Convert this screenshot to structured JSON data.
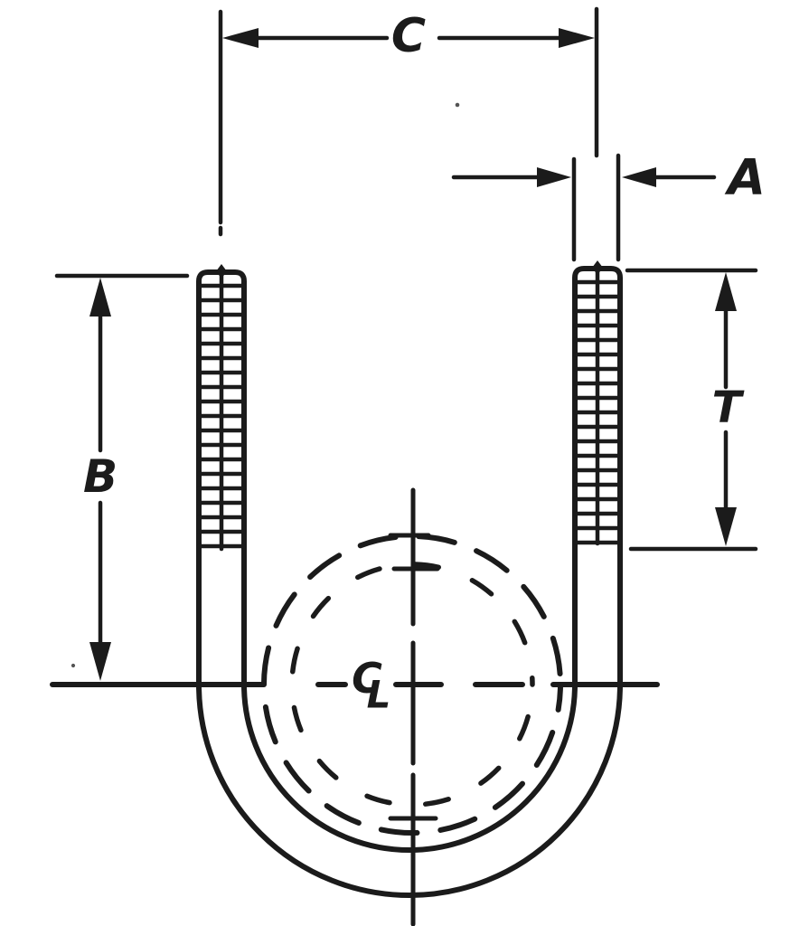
{
  "figure": {
    "ink_color": "#1b1b1b",
    "paper_color": "#ffffff"
  },
  "labels": {
    "center_distance": "C",
    "rod_diameter": "A",
    "leg_length": "B",
    "thread_length": "T",
    "centerline_c": "C",
    "centerline_l": "L"
  }
}
